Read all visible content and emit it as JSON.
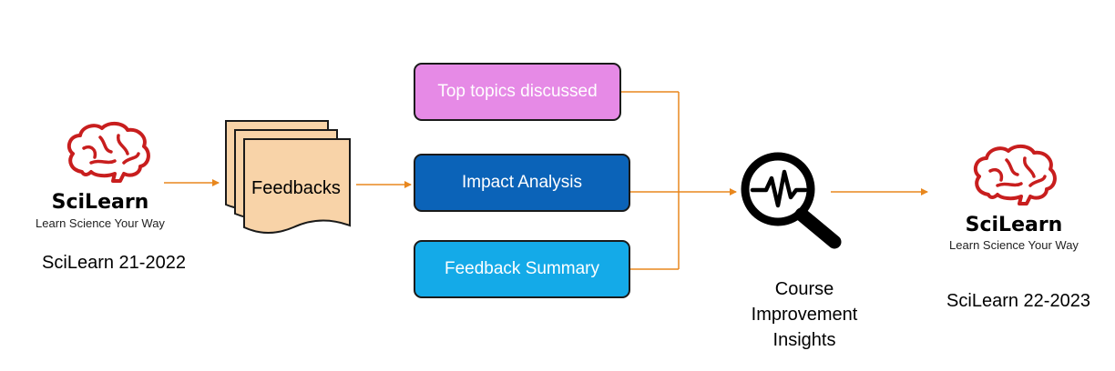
{
  "colors": {
    "brain": "#c81e1e",
    "arrow": "#e8871e",
    "stack_fill": "#f8d3a8",
    "topics_fill": "#e68ae6",
    "impact_fill": "#0b63b8",
    "summary_fill": "#14aae8"
  },
  "left_logo": {
    "icon": "brain-icon",
    "name": "SciLearn",
    "tagline": "Learn Science Your Way",
    "caption": "SciLearn 21-2022"
  },
  "feedbacks": {
    "icon": "document-stack-icon",
    "label": "Feedbacks"
  },
  "analysis_boxes": {
    "top_topics": "Top topics discussed",
    "impact": "Impact Analysis",
    "summary": "Feedback Summary"
  },
  "insights": {
    "icon": "magnifier-pulse-icon",
    "line1": "Course",
    "line2": "Improvement",
    "line3": "Insights"
  },
  "right_logo": {
    "icon": "brain-icon",
    "name": "SciLearn",
    "tagline": "Learn Science Your Way",
    "caption": "SciLearn 22-2023"
  }
}
